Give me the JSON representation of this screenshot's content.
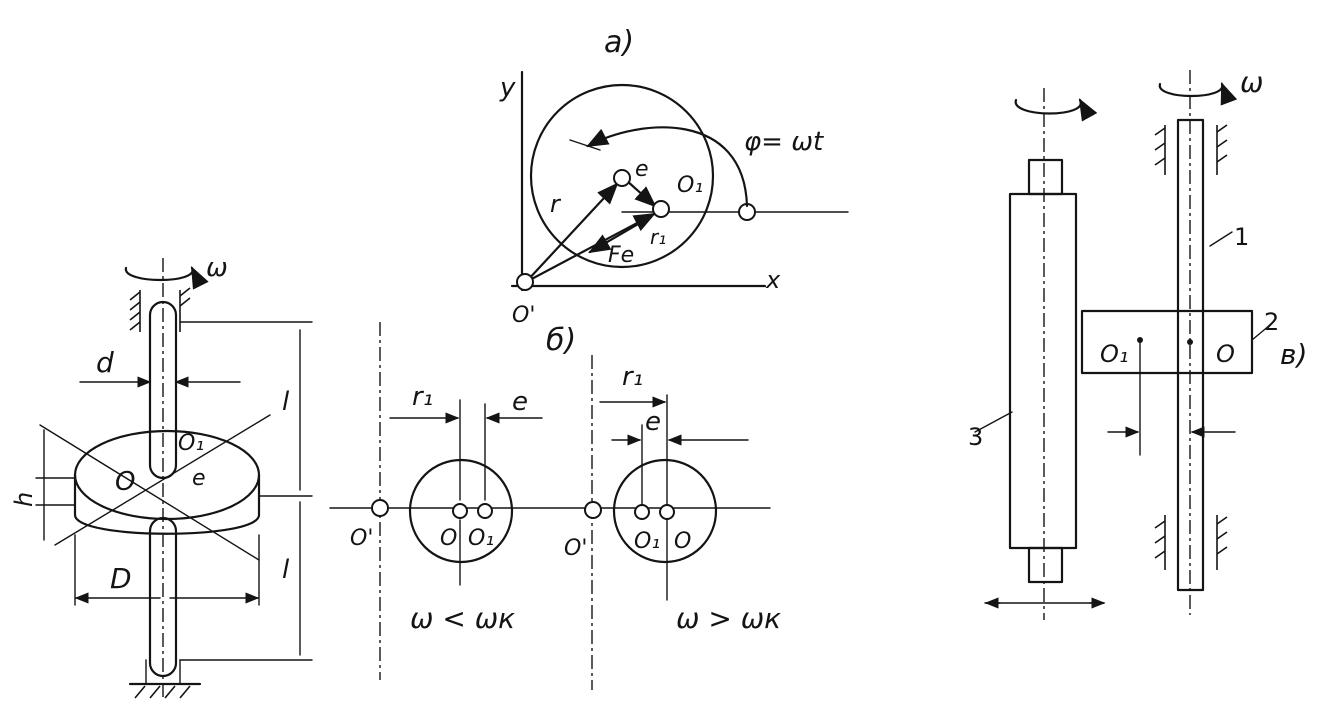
{
  "labels": {
    "omega": "ω",
    "d": "d",
    "O": "O",
    "O1": "O₁",
    "e": "e",
    "h": "h",
    "l": "l",
    "D": "D",
    "panel_a": "a)",
    "y": "y",
    "x": "x",
    "phi_eq": "φ= ωt",
    "e_vec": "e",
    "r_vec": "r",
    "r1_vec": "r₁",
    "Fe_vec": "Fe",
    "O_prime": "O'",
    "panel_b": "б)",
    "r1": "r₁",
    "omega_lt": "ω < ωк",
    "omega_gt": "ω > ωк",
    "panel_v": "в)",
    "n1": "1",
    "n2": "2",
    "n3": "3"
  }
}
